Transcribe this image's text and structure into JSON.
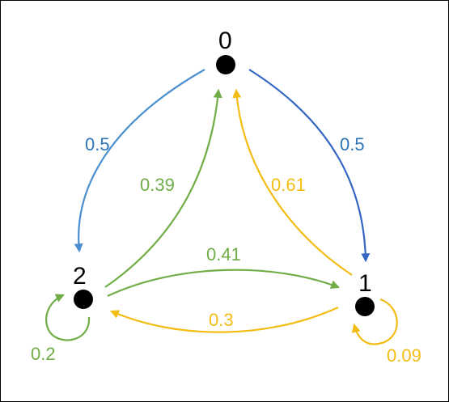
{
  "colors": {
    "blue_light": "#4a8fd0",
    "blue": "#3366c4",
    "green": "#70ad47",
    "yellow": "#f3bc13",
    "node": "#000000"
  },
  "nodes": [
    {
      "id": "0",
      "label": "0"
    },
    {
      "id": "1",
      "label": "1"
    },
    {
      "id": "2",
      "label": "2"
    }
  ],
  "edges": [
    {
      "from": "0",
      "to": "2",
      "weight": "0.5",
      "color": "blue_light"
    },
    {
      "from": "0",
      "to": "1",
      "weight": "0.5",
      "color": "blue"
    },
    {
      "from": "2",
      "to": "0",
      "weight": "0.39",
      "color": "green"
    },
    {
      "from": "1",
      "to": "0",
      "weight": "0.61",
      "color": "yellow"
    },
    {
      "from": "2",
      "to": "1",
      "weight": "0.41",
      "color": "green"
    },
    {
      "from": "1",
      "to": "2",
      "weight": "0.3",
      "color": "yellow"
    },
    {
      "from": "2",
      "to": "2",
      "weight": "0.2",
      "color": "green"
    },
    {
      "from": "1",
      "to": "1",
      "weight": "0.09",
      "color": "yellow"
    }
  ]
}
